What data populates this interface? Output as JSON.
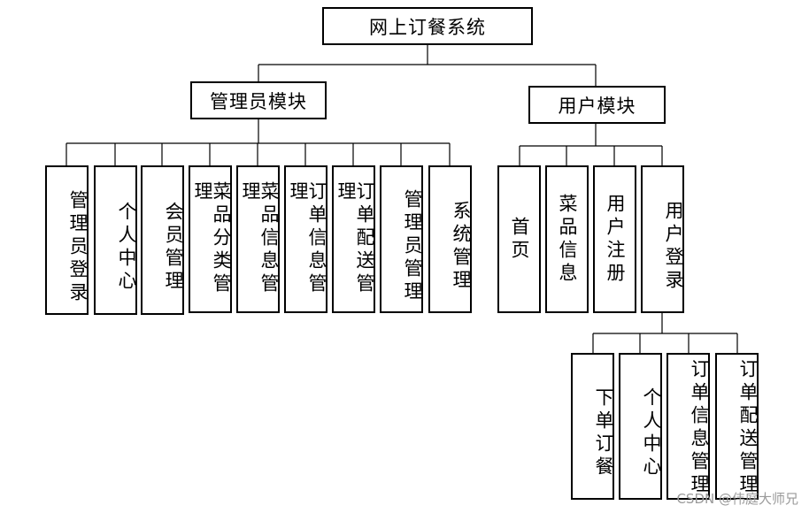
{
  "root": "网上订餐系统",
  "admin": {
    "title": "管理员模块",
    "items": [
      "管理员登录",
      "个人中心",
      "会员管理",
      "菜品分类管理",
      "菜品信息管理",
      "订单信息管理",
      "订单配送管理",
      "管理员管理",
      "系统管理"
    ]
  },
  "user": {
    "title": "用户模块",
    "items": [
      "首页",
      "菜品信息",
      "用户注册",
      "用户登录"
    ]
  },
  "login": {
    "items": [
      "下单订餐",
      "个人中心",
      "订单信息管理",
      "订单配送管理"
    ]
  },
  "watermark": "CSDN @伟庭大师兄"
}
